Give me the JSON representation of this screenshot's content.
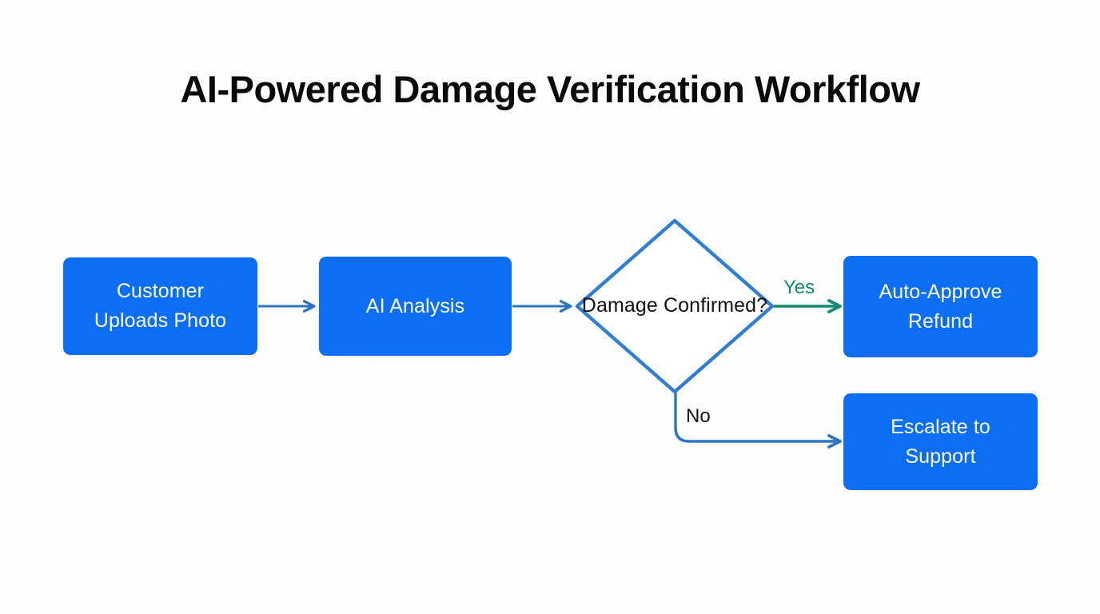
{
  "page": {
    "title": "AI-Powered Damage Verification Workflow",
    "background_color": "#fdfdfd",
    "title_color": "#0a0a0a"
  },
  "theme": {
    "node_fill": "#0b6ef5",
    "node_text": "#ffffff",
    "decision_stroke": "#2e7fd4",
    "decision_fill": "#ffffff",
    "decision_text": "#111111",
    "edge_blue": "#2b73c4",
    "edge_green": "#0f8a72",
    "yes_label_color": "#0f8a72",
    "no_label_color": "#121212"
  },
  "diagram": {
    "type": "flowchart",
    "orientation": "left-to-right",
    "nodes": [
      {
        "id": "upload",
        "shape": "rounded-rect",
        "label_lines": [
          "Customer",
          "Uploads Photo"
        ],
        "line1": "Customer",
        "line2": "Uploads Photo"
      },
      {
        "id": "analysis",
        "shape": "rounded-rect",
        "label_lines": [
          "AI Analysis"
        ],
        "line1": "AI Analysis",
        "line2": ""
      },
      {
        "id": "decision",
        "shape": "diamond",
        "label_lines": [
          "Damage",
          "Confirmed?"
        ],
        "line1": "Damage",
        "line2": "Confirmed?"
      },
      {
        "id": "approve",
        "shape": "rounded-rect",
        "label_lines": [
          "Auto-Approve",
          "Refund"
        ],
        "line1": "Auto-Approve",
        "line2": "Refund"
      },
      {
        "id": "escalate",
        "shape": "rounded-rect",
        "label_lines": [
          "Escalate to",
          "Support"
        ],
        "line1": "Escalate to",
        "line2": "Support"
      }
    ],
    "edges": [
      {
        "id": "e1",
        "from": "upload",
        "to": "analysis",
        "label": "",
        "color": "#2b73c4",
        "style": "straight"
      },
      {
        "id": "e2",
        "from": "analysis",
        "to": "decision",
        "label": "",
        "color": "#2b73c4",
        "style": "straight"
      },
      {
        "id": "e3",
        "from": "decision",
        "to": "approve",
        "label": "Yes",
        "color": "#0f8a72",
        "style": "straight"
      },
      {
        "id": "e4",
        "from": "decision",
        "to": "escalate",
        "label": "No",
        "color": "#2b73c4",
        "style": "elbow"
      }
    ]
  }
}
